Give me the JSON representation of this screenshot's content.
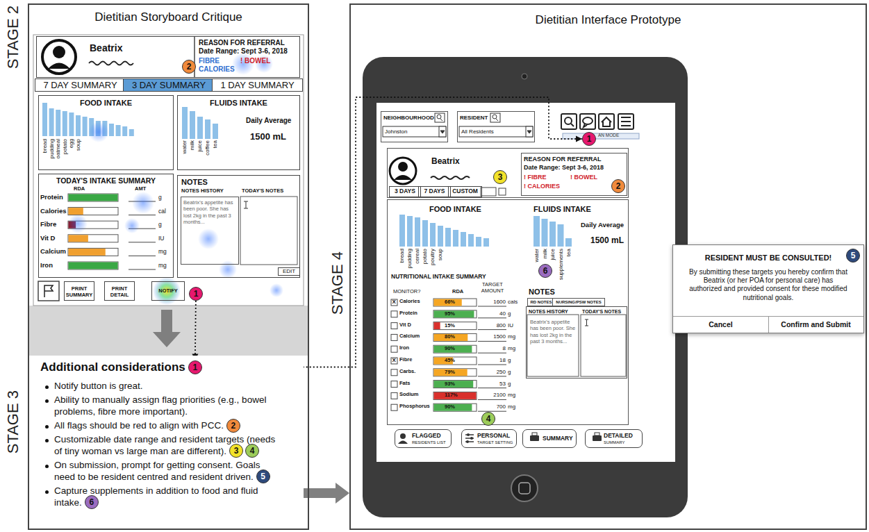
{
  "diagram": {
    "nodes": [
      {
        "text": [
          "Dietitian Storyboard Critique"
        ]
      },
      {
        "text": [
          "Beatrix",
          "REASON FOR REFERRAL",
          "Date Range: Sept 3-6, 2018",
          "FIBRE",
          "! BOWEL",
          "CALORIES"
        ],
        "in": 0
      },
      {
        "text": [
          "7 DAY SUMMARY"
        ],
        "in": 0
      },
      {
        "text": [
          "3 DAY SUMMARY"
        ],
        "in": 0
      },
      {
        "text": [
          "1 DAY SUMMARY"
        ],
        "in": 0
      },
      {
        "text": [
          "FOOD INTAKE"
        ],
        "in": 0
      },
      {
        "text": [
          "FLUIDS INTAKE",
          "Daily Average",
          "1500 mL"
        ],
        "in": 0
      },
      {
        "text": [
          "TODAY'S INTAKE SUMMARY",
          "RDA",
          "AMT"
        ],
        "in": 0
      },
      {
        "text": [
          "NOTES",
          "NOTES HISTORY",
          "TODAY'S NOTES"
        ],
        "in": 0
      },
      {
        "text": [
          "Beatrix's appetite has been poor. She has lost 2kg in the past 3 months..."
        ],
        "in": 8
      },
      {
        "text": [
          "EDIT"
        ],
        "in": 8
      },
      {
        "text": [
          "PRINT SUMMARY"
        ],
        "in": 0
      },
      {
        "text": [
          "PRINT DETAIL"
        ],
        "in": 0
      },
      {
        "text": [
          "NOTIFY"
        ],
        "in": 0
      },
      {
        "text": [
          "1"
        ],
        "in": 0
      },
      {
        "text": [
          "2"
        ],
        "in": 0
      },
      {
        "text": [
          "Additional considerations",
          "Notify button is great.",
          "Ability to manually assign flag priorities (e.g., bowel problems, fibre more important).",
          "All flags should be red to align with PCC.",
          "Customizable date range and resident targets (needs of tiny woman vs large man are different).",
          "On submission, prompt for getting consent. Goals need to be resident centred and resident driven.",
          "Capture supplements in addition to food and fluid intake."
        ],
        "in": 0
      },
      {
        "text": [
          "1"
        ],
        "in": 16
      },
      {
        "text": [
          "2"
        ],
        "in": 16
      },
      {
        "text": [
          "3"
        ],
        "in": 16
      },
      {
        "text": [
          "4"
        ],
        "in": 16
      },
      {
        "text": [
          "5"
        ],
        "in": 16
      },
      {
        "text": [
          "6"
        ],
        "in": 16
      },
      {
        "text": [
          "Dietitian Interface Prototype"
        ]
      },
      {
        "text": [
          "NEIGHBOURHOOD",
          "Johnston"
        ],
        "in": 23
      },
      {
        "text": [
          "RESIDENT",
          "All Residents"
        ],
        "in": 23
      },
      {
        "text": [
          "Beatrix"
        ],
        "in": 23
      },
      {
        "text": [
          "REASON FOR REFERRAL",
          "Date Range: Sept 3-6, 2018",
          "! FIBRE",
          "! BOWEL",
          "! CALORIES"
        ],
        "in": 26
      },
      {
        "text": [
          "3 DAYS"
        ],
        "in": 23
      },
      {
        "text": [
          "7 DAYS"
        ],
        "in": 23
      },
      {
        "text": [
          "CUSTOM"
        ],
        "in": 23
      },
      {
        "text": [
          "FOOD INTAKE",
          "FLUIDS INTAKE",
          "Daily Average",
          "1500 mL",
          "NUTRITIONAL INTAKE SUMMARY",
          "MONITOR?",
          "RDA",
          "TARGET AMOUNT",
          "NOTES"
        ],
        "in": 23
      },
      {
        "text": [
          "RD NOTES"
        ],
        "in": 31
      },
      {
        "text": [
          "NURSING/PSW NOTES"
        ],
        "in": 31
      },
      {
        "text": [
          "NOTES HISTORY",
          "TODAY'S NOTES",
          "Beatrix's appetite has been poor. She has lost 2kg in the past 3 months..."
        ],
        "in": 31
      },
      {
        "text": [
          "FLAGGED",
          "RESIDENTS LIST"
        ],
        "in": 23
      },
      {
        "text": [
          "PERSONAL",
          "TARGET SETTING"
        ],
        "in": 23
      },
      {
        "text": [
          "SUMMARY"
        ],
        "in": 23
      },
      {
        "text": [
          "DETAILED",
          "SUMMARY"
        ],
        "in": 23
      },
      {
        "text": [
          "1"
        ],
        "in": 23
      },
      {
        "text": [
          "2"
        ],
        "in": 23
      },
      {
        "text": [
          "3"
        ],
        "in": 23
      },
      {
        "text": [
          "4"
        ],
        "in": 23
      },
      {
        "text": [
          "6"
        ],
        "in": 23
      },
      {
        "text": [
          "RESIDENT MUST BE CONSULTED!",
          "By submitting these targets you hereby confirm that Beatrix (or her POA for personal care) has authorized and provided consent for these modified nutritional goals.",
          "Cancel",
          "Confirm and Submit"
        ],
        "in": 23
      },
      {
        "text": [
          "5"
        ],
        "in": 44
      }
    ],
    "edges": [
      {
        "from": 14,
        "to": 17,
        "arrow": "to"
      },
      {
        "from": 17,
        "to": 39,
        "arrow": "to"
      },
      {
        "from": 16,
        "to": 23,
        "arrow": "to"
      }
    ],
    "labels": [
      "STAGE 2",
      "STAGE 3",
      "STAGE 4",
      "bread",
      "pudding",
      "oatmeal",
      "potato",
      "egg",
      "soup",
      "water",
      "milk",
      "juice",
      "coffee",
      "tea",
      "Protein",
      "Calories",
      "Fibre",
      "Vit D",
      "Calcium",
      "Iron",
      "g",
      "cal",
      "g",
      "IU",
      "mg",
      "mg",
      "bread",
      "pudding",
      "cereal",
      "potato",
      "poultry",
      "soup",
      "water",
      "milk",
      "juice",
      "supplements",
      "tea",
      "Calories",
      "66%",
      "1600",
      "cals",
      "Protein",
      "95%",
      "40",
      "g",
      "Vit D",
      "15%",
      "800",
      "IU",
      "Calcium",
      "80%",
      "1500",
      "mg",
      "Iron",
      "90%",
      "8",
      "mg",
      "Fibre",
      "45%",
      "18",
      "g",
      "Carbs.",
      "79%",
      "250",
      "g",
      "Fats",
      "93%",
      "53",
      "g",
      "Sodium",
      "117%",
      "2100",
      "mg",
      "Phosphorus",
      "90%",
      "700",
      "mg",
      "X",
      "X",
      "AN MODE"
    ]
  }
}
